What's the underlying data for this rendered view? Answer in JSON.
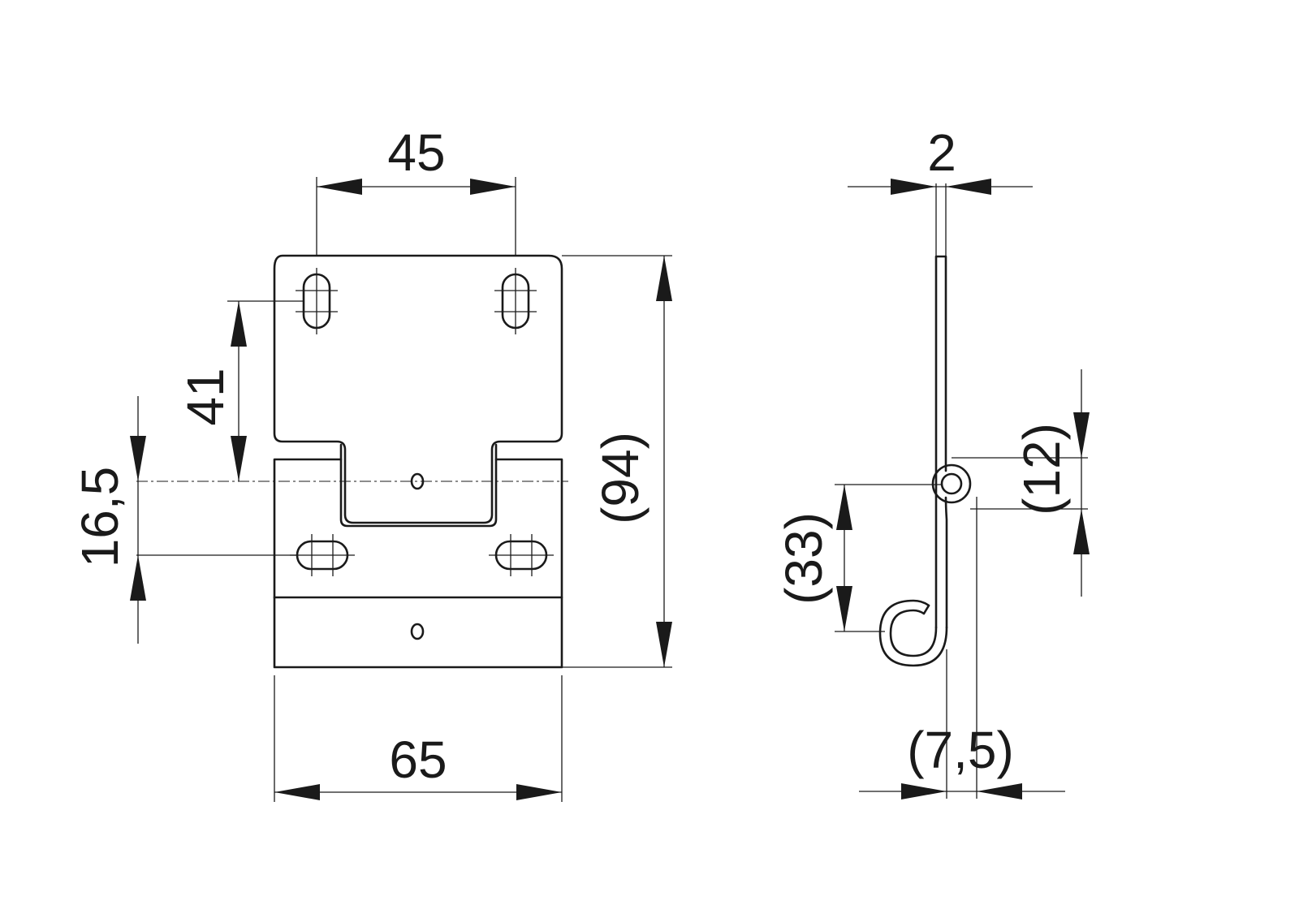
{
  "dimensions": {
    "hole_spacing_top": "45",
    "hole_offset_vertical": "41",
    "slot_offset": "16,5",
    "overall_height": "(94)",
    "overall_width": "65",
    "thickness": "2",
    "knuckle_offset": "(12)",
    "loop_distance": "(33)",
    "knuckle_width": "(7,5)"
  },
  "colors": {
    "line": "#1a1a1a",
    "background": "#ffffff"
  }
}
